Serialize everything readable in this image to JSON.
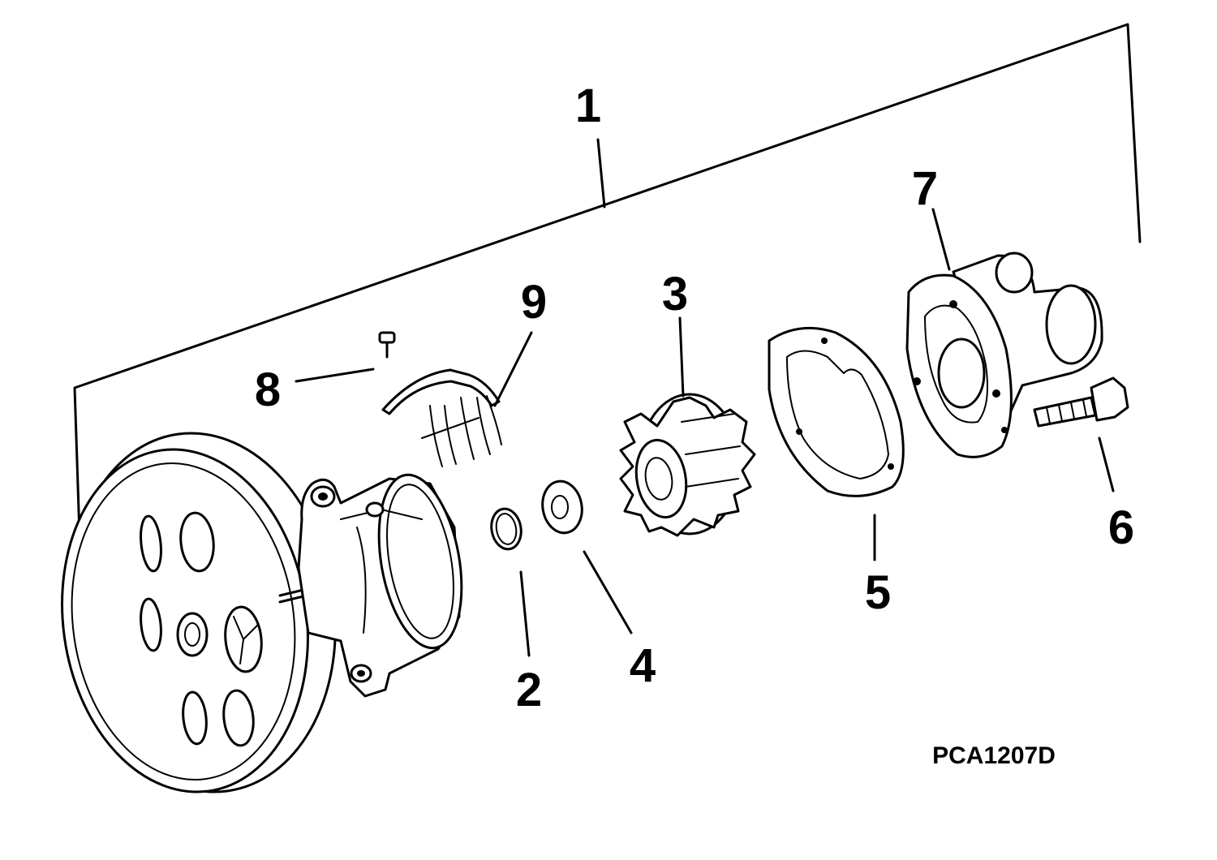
{
  "diagram": {
    "reference_code": "PCA1207D",
    "callouts": [
      {
        "id": "1",
        "text": "1"
      },
      {
        "id": "2",
        "text": "2"
      },
      {
        "id": "3",
        "text": "3"
      },
      {
        "id": "4",
        "text": "4"
      },
      {
        "id": "5",
        "text": "5"
      },
      {
        "id": "6",
        "text": "6"
      },
      {
        "id": "7",
        "text": "7"
      },
      {
        "id": "8",
        "text": "8"
      },
      {
        "id": "9",
        "text": "9"
      }
    ]
  }
}
